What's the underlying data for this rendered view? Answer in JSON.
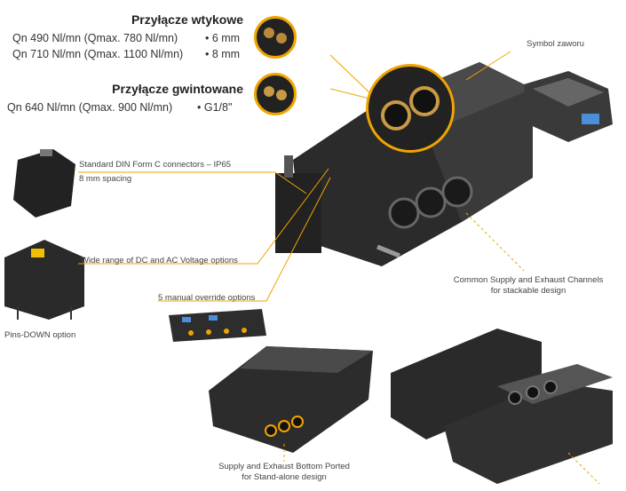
{
  "push_in": {
    "title": "Przyłącze wtykowe",
    "rows": [
      {
        "flow": "Qn 490 Nl/mn (Qmax. 780 Nl/mn)",
        "size": "• 6 mm"
      },
      {
        "flow": "Qn 710 Nl/mn (Qmax. 1100 Nl/mn)",
        "size": "• 8 mm"
      }
    ]
  },
  "threaded": {
    "title": "Przyłącze gwintowane",
    "rows": [
      {
        "flow": "Qn 640 Nl/mn (Qmax. 900 Nl/mn)",
        "size": "• G1/8\""
      }
    ]
  },
  "callouts": {
    "valve_symbol": "Symbol zaworu",
    "din_line1": "Standard DIN Form C connectors – IP65",
    "din_line2": "8 mm spacing",
    "voltage": "Wide range of DC and AC Voltage options",
    "manual_override": "5 manual override options",
    "pins_down": "Pins-DOWN option",
    "channels_line1": "Common Supply and Exhaust Channels",
    "channels_line2": "for stackable design",
    "bottom_line1": "Supply and Exhaust Bottom Ported",
    "bottom_line2": "for Stand-alone design"
  },
  "colors": {
    "accent": "#f0a400",
    "product_dark": "#2b2b2b",
    "product_mid": "#555555"
  }
}
